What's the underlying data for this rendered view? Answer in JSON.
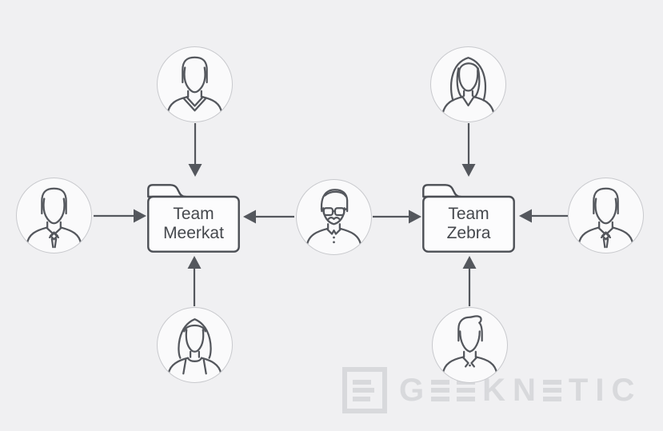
{
  "background": "#f0f0f2",
  "colors": {
    "line": "#54575d",
    "folder_border": "#4c4f55",
    "folder_fill": "#fcfcfd",
    "text": "#45484d",
    "circle_border": "#c8c9cd",
    "circle_fill": "#fafafb",
    "watermark": "#d8d9dc"
  },
  "teams": [
    {
      "id": "team-meerkat",
      "line1": "Team",
      "line2": "Meerkat",
      "icon": "folder-icon"
    },
    {
      "id": "team-zebra",
      "line1": "Team",
      "line2": "Zebra",
      "icon": "folder-icon"
    }
  ],
  "people": [
    {
      "id": "person-top-left",
      "icon": "male-short-hair-avatar-icon",
      "team": "team-meerkat"
    },
    {
      "id": "person-left",
      "icon": "male-tie-avatar-icon",
      "team": "team-meerkat"
    },
    {
      "id": "person-bottom-left",
      "icon": "female-bob-avatar-icon",
      "team": "team-meerkat"
    },
    {
      "id": "person-center",
      "icon": "male-glasses-mustache-avatar-icon",
      "team": "team-meerkat,team-zebra"
    },
    {
      "id": "person-top-right",
      "icon": "female-long-hair-avatar-icon",
      "team": "team-zebra"
    },
    {
      "id": "person-right",
      "icon": "male-tie-avatar-icon",
      "team": "team-zebra"
    },
    {
      "id": "person-bottom-right",
      "icon": "male-quiff-avatar-icon",
      "team": "team-zebra"
    }
  ],
  "edges": [
    {
      "from": "person-top-left",
      "to": "team-meerkat"
    },
    {
      "from": "person-left",
      "to": "team-meerkat"
    },
    {
      "from": "person-bottom-left",
      "to": "team-meerkat"
    },
    {
      "from": "person-center",
      "to": "team-meerkat"
    },
    {
      "from": "person-center",
      "to": "team-zebra"
    },
    {
      "from": "person-top-right",
      "to": "team-zebra"
    },
    {
      "from": "person-right",
      "to": "team-zebra"
    },
    {
      "from": "person-bottom-right",
      "to": "team-zebra"
    }
  ],
  "watermark": {
    "brand": "GEEKNETIC",
    "logo": "geeknetic-e-logo-icon"
  }
}
